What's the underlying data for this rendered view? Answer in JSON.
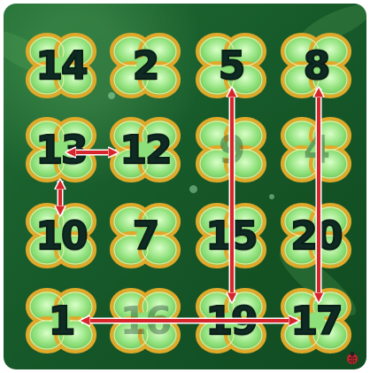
{
  "game": {
    "grid": [
      [
        "14",
        "2",
        "5",
        "8"
      ],
      [
        "13",
        "12",
        "9",
        "4"
      ],
      [
        "10",
        "7",
        "15",
        "20"
      ],
      [
        "1",
        "16",
        "19",
        "17"
      ]
    ],
    "dimmed": [
      "9",
      "4",
      "16"
    ],
    "arrow_pairs": [
      [
        "13",
        "12"
      ],
      [
        "13",
        "10"
      ],
      [
        "5",
        "19"
      ],
      [
        "8",
        "17"
      ],
      [
        "1",
        "17"
      ]
    ],
    "colors": {
      "arrow": "#d7262b",
      "arrow_outline": "#ffffff",
      "clover_fill": "#8ee07a",
      "clover_rim": "#e1a92a",
      "number": "#0e2a22"
    },
    "icons": [
      "clover-icon",
      "ladybug-icon"
    ]
  }
}
